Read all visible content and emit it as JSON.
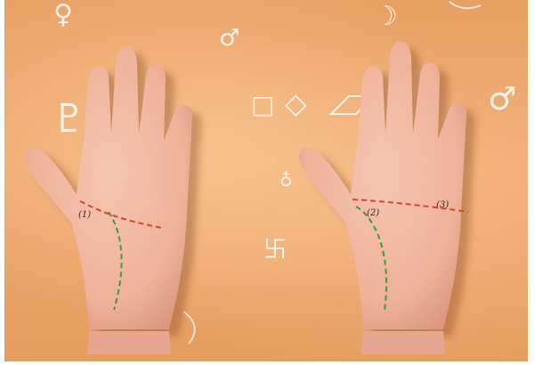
{
  "figure": {
    "left_panel": {
      "labels": [
        "(1)"
      ],
      "line_colors": {
        "red_dashed": "#d8452c",
        "green_dashed": "#3f9a3a"
      }
    },
    "right_panel": {
      "labels": [
        "(2)",
        "(3)"
      ],
      "line_colors": {
        "red_dashed": "#d8452c",
        "green_dashed": "#3f9a3a"
      }
    },
    "background_symbols": [
      "♀",
      "♂",
      "♇",
      "□",
      "◇",
      "♂",
      "☽",
      "卐",
      "♁"
    ],
    "colors": {
      "background": "#eaa166",
      "skin": "#f0b49e",
      "skin_shadow": "#c98a72"
    }
  }
}
